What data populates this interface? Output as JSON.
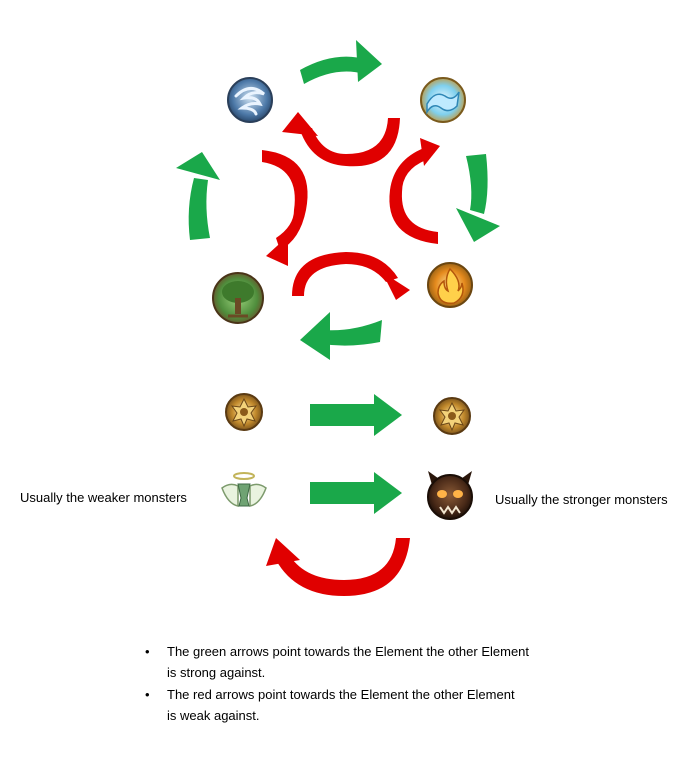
{
  "colors": {
    "green_arrow": "#1aa84a",
    "red_arrow": "#e00000"
  },
  "elements": [
    {
      "name": "wind",
      "icon": "swirl-wind-icon"
    },
    {
      "name": "water",
      "icon": "water-wave-icon"
    },
    {
      "name": "fire",
      "icon": "flame-icon"
    },
    {
      "name": "earth",
      "icon": "tree-icon"
    },
    {
      "name": "light",
      "icon": "star-emblem-icon"
    },
    {
      "name": "light-2",
      "icon": "star-emblem-icon"
    },
    {
      "name": "holy",
      "icon": "winged-chalice-icon"
    },
    {
      "name": "dark",
      "icon": "horned-demon-icon"
    }
  ],
  "labels": {
    "weaker": "Usually the weaker monsters",
    "stronger": "Usually the stronger monsters"
  },
  "legend": [
    {
      "bullet": "•",
      "line1": "The green arrows point towards the Element the other Element",
      "line2": "is strong against."
    },
    {
      "bullet": "•",
      "line1": "The red arrows point towards the Element the other Element",
      "line2": "is weak against."
    }
  ]
}
